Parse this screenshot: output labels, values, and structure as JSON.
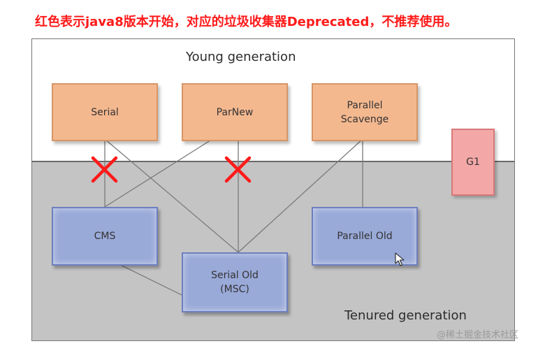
{
  "header_note": "红色表示java8版本开始，对应的垃圾收集器Deprecated，不推荐使用。",
  "diagram": {
    "young_label": "Young generation",
    "tenured_label": "Tenured generation",
    "young_collectors": [
      {
        "id": "serial",
        "label": "Serial"
      },
      {
        "id": "parnew",
        "label": "ParNew"
      },
      {
        "id": "parallel-scavenge",
        "label": "Parallel\nScavenge"
      }
    ],
    "tenured_collectors": [
      {
        "id": "cms",
        "label": "CMS"
      },
      {
        "id": "serial-old",
        "label": "Serial Old\n(MSC)"
      },
      {
        "id": "parallel-old",
        "label": "Parallel Old"
      }
    ],
    "other_collectors": [
      {
        "id": "g1",
        "label": "G1"
      }
    ],
    "connections": [
      {
        "from": "Serial",
        "to": "CMS",
        "deprecated": true
      },
      {
        "from": "Serial",
        "to": "Serial Old (MSC)",
        "deprecated": false
      },
      {
        "from": "ParNew",
        "to": "CMS",
        "deprecated": false
      },
      {
        "from": "ParNew",
        "to": "Serial Old (MSC)",
        "deprecated": true
      },
      {
        "from": "Parallel Scavenge",
        "to": "Serial Old (MSC)",
        "deprecated": false
      },
      {
        "from": "Parallel Scavenge",
        "to": "Parallel Old",
        "deprecated": false
      },
      {
        "from": "CMS",
        "to": "Serial Old (MSC)",
        "deprecated": false
      }
    ],
    "colors": {
      "young_box": "#f4b88f",
      "tenured_box": "#99a9d8",
      "g1_box": "#f4a7a7",
      "deprecated_mark": "#ff1a1a",
      "tenured_background": "#c4c4c4"
    }
  },
  "watermark": "@稀土掘金技术社区"
}
